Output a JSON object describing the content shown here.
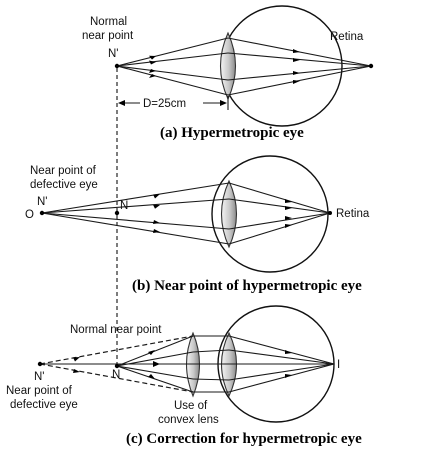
{
  "colors": {
    "ink": "#111111",
    "lens_light": "#f4f4f4",
    "lens_dark": "#8a8a8a",
    "background": "#ffffff"
  },
  "panel_a": {
    "near_point_label_line1": "Normal",
    "near_point_label_line2": "near point",
    "point_label": "N'",
    "retina_label": "Retina",
    "distance_label": "D=25cm",
    "caption": "(a) Hypermetropic eye"
  },
  "panel_b": {
    "near_point_label_line1": "Near point of",
    "near_point_label_line2": "defective eye",
    "object_label": "O",
    "point_n_prime": "N'",
    "point_n": "N",
    "retina_label": "Retina",
    "caption": "(b) Near point of hypermetropic eye"
  },
  "panel_c": {
    "normal_near_point_label": "Normal near point",
    "point_n_prime": "N'",
    "point_n": "N",
    "near_point_label_line1": "Near point of",
    "near_point_label_line2": "defective eye",
    "lens_label_line1": "Use of",
    "lens_label_line2": "convex lens",
    "image_label": "I",
    "caption": "(c) Correction for hypermetropic eye"
  }
}
